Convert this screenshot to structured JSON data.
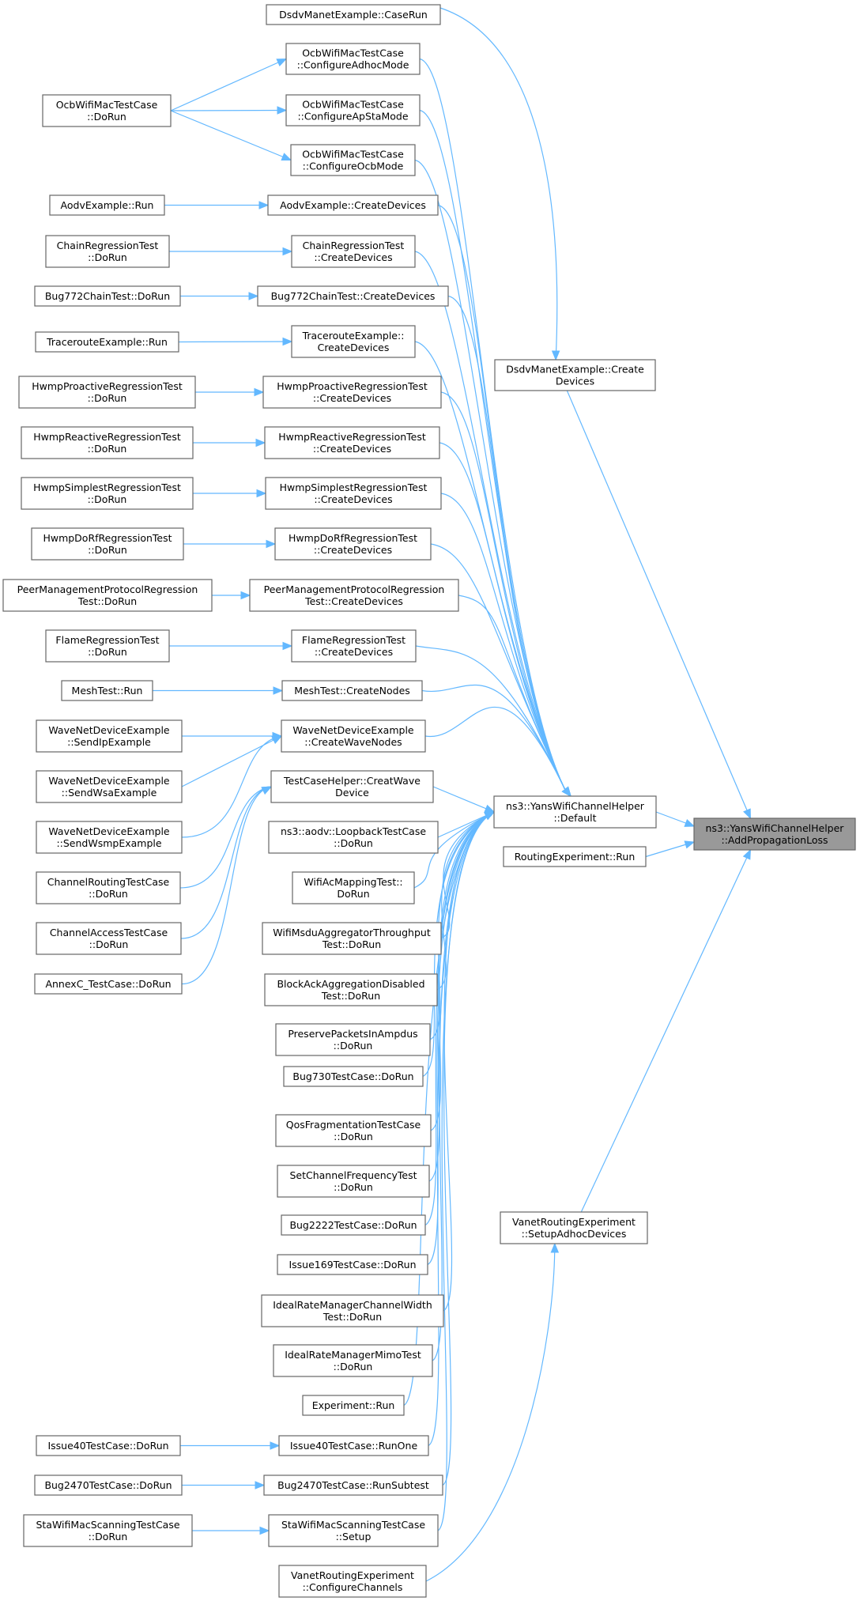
{
  "title": "",
  "nodes": [
    {
      "id": "dsdv_caserun",
      "lines": [
        "DsdvManetExample::CaseRun"
      ]
    },
    {
      "id": "ocb_adhoc",
      "lines": [
        "OcbWifiMacTestCase",
        "::ConfigureAdhocMode"
      ]
    },
    {
      "id": "ocb_dorun",
      "lines": [
        "OcbWifiMacTestCase",
        "::DoRun"
      ]
    },
    {
      "id": "ocb_apsta",
      "lines": [
        "OcbWifiMacTestCase",
        "::ConfigureApStaMode"
      ]
    },
    {
      "id": "ocb_ocb",
      "lines": [
        "OcbWifiMacTestCase",
        "::ConfigureOcbMode"
      ]
    },
    {
      "id": "aodv_run",
      "lines": [
        "AodvExample::Run"
      ]
    },
    {
      "id": "aodv_cd",
      "lines": [
        "AodvExample::CreateDevices"
      ]
    },
    {
      "id": "chain_dorun",
      "lines": [
        "ChainRegressionTest",
        "::DoRun"
      ]
    },
    {
      "id": "chain_cd",
      "lines": [
        "ChainRegressionTest",
        "::CreateDevices"
      ]
    },
    {
      "id": "bug772_dorun",
      "lines": [
        "Bug772ChainTest::DoRun"
      ]
    },
    {
      "id": "bug772_cd",
      "lines": [
        "Bug772ChainTest::CreateDevices"
      ]
    },
    {
      "id": "dsdv_cd",
      "lines": [
        "DsdvManetExample::Create",
        "Devices"
      ]
    },
    {
      "id": "trace_run",
      "lines": [
        "TracerouteExample::Run"
      ]
    },
    {
      "id": "trace_cd",
      "lines": [
        "TracerouteExample::",
        "CreateDevices"
      ]
    },
    {
      "id": "hwmpp_dorun",
      "lines": [
        "HwmpProactiveRegressionTest",
        "::DoRun"
      ]
    },
    {
      "id": "hwmpp_cd",
      "lines": [
        "HwmpProactiveRegressionTest",
        "::CreateDevices"
      ]
    },
    {
      "id": "hwmpr_dorun",
      "lines": [
        "HwmpReactiveRegressionTest",
        "::DoRun"
      ]
    },
    {
      "id": "hwmpr_cd",
      "lines": [
        "HwmpReactiveRegressionTest",
        "::CreateDevices"
      ]
    },
    {
      "id": "hwmps_dorun",
      "lines": [
        "HwmpSimplestRegressionTest",
        "::DoRun"
      ]
    },
    {
      "id": "hwmps_cd",
      "lines": [
        "HwmpSimplestRegressionTest",
        "::CreateDevices"
      ]
    },
    {
      "id": "hwmpd_dorun",
      "lines": [
        "HwmpDoRfRegressionTest",
        "::DoRun"
      ]
    },
    {
      "id": "hwmpd_cd",
      "lines": [
        "HwmpDoRfRegressionTest",
        "::CreateDevices"
      ]
    },
    {
      "id": "peer_dorun",
      "lines": [
        "PeerManagementProtocolRegression",
        "Test::DoRun"
      ]
    },
    {
      "id": "peer_cd",
      "lines": [
        "PeerManagementProtocolRegression",
        "Test::CreateDevices"
      ]
    },
    {
      "id": "flame_dorun",
      "lines": [
        "FlameRegressionTest",
        "::DoRun"
      ]
    },
    {
      "id": "flame_cd",
      "lines": [
        "FlameRegressionTest",
        "::CreateDevices"
      ]
    },
    {
      "id": "mesh_run",
      "lines": [
        "MeshTest::Run"
      ]
    },
    {
      "id": "mesh_cn",
      "lines": [
        "MeshTest::CreateNodes"
      ]
    },
    {
      "id": "wave_sendip",
      "lines": [
        "WaveNetDeviceExample",
        "::SendIpExample"
      ]
    },
    {
      "id": "wave_cwn",
      "lines": [
        "WaveNetDeviceExample",
        "::CreateWaveNodes"
      ]
    },
    {
      "id": "wave_sendwsa",
      "lines": [
        "WaveNetDeviceExample",
        "::SendWsaExample"
      ]
    },
    {
      "id": "tch_cwd",
      "lines": [
        "TestCaseHelper::CreatWave",
        "Device"
      ]
    },
    {
      "id": "yans_default",
      "lines": [
        "ns3::YansWifiChannelHelper",
        "::Default"
      ]
    },
    {
      "id": "target",
      "lines": [
        "ns3::YansWifiChannelHelper",
        "::AddPropagationLoss"
      ]
    },
    {
      "id": "wave_sendwsmp",
      "lines": [
        "WaveNetDeviceExample",
        "::SendWsmpExample"
      ]
    },
    {
      "id": "aodv_loopback",
      "lines": [
        "ns3::aodv::LoopbackTestCase",
        "::DoRun"
      ]
    },
    {
      "id": "routing_run",
      "lines": [
        "RoutingExperiment::Run"
      ]
    },
    {
      "id": "chrouting_dorun",
      "lines": [
        "ChannelRoutingTestCase",
        "::DoRun"
      ]
    },
    {
      "id": "wifiac_dorun",
      "lines": [
        "WifiAcMappingTest::",
        "DoRun"
      ]
    },
    {
      "id": "chaccess_dorun",
      "lines": [
        "ChannelAccessTestCase",
        "::DoRun"
      ]
    },
    {
      "id": "msdu_dorun",
      "lines": [
        "WifiMsduAggregatorThroughput",
        "Test::DoRun"
      ]
    },
    {
      "id": "annexc_dorun",
      "lines": [
        "AnnexC_TestCase::DoRun"
      ]
    },
    {
      "id": "blockack_dorun",
      "lines": [
        "BlockAckAggregationDisabled",
        "Test::DoRun"
      ]
    },
    {
      "id": "preserve_dorun",
      "lines": [
        "PreservePacketsInAmpdus",
        "::DoRun"
      ]
    },
    {
      "id": "bug730_dorun",
      "lines": [
        "Bug730TestCase::DoRun"
      ]
    },
    {
      "id": "qosfrag_dorun",
      "lines": [
        "QosFragmentationTestCase",
        "::DoRun"
      ]
    },
    {
      "id": "setchan_dorun",
      "lines": [
        "SetChannelFrequencyTest",
        "::DoRun"
      ]
    },
    {
      "id": "bug2222_dorun",
      "lines": [
        "Bug2222TestCase::DoRun"
      ]
    },
    {
      "id": "vanet_setup",
      "lines": [
        "VanetRoutingExperiment",
        "::SetupAdhocDevices"
      ]
    },
    {
      "id": "issue169_dorun",
      "lines": [
        "Issue169TestCase::DoRun"
      ]
    },
    {
      "id": "idealw_dorun",
      "lines": [
        "IdealRateManagerChannelWidth",
        "Test::DoRun"
      ]
    },
    {
      "id": "idealm_dorun",
      "lines": [
        "IdealRateManagerMimoTest",
        "::DoRun"
      ]
    },
    {
      "id": "exp_run",
      "lines": [
        "Experiment::Run"
      ]
    },
    {
      "id": "issue40_dorun",
      "lines": [
        "Issue40TestCase::DoRun"
      ]
    },
    {
      "id": "issue40_runone",
      "lines": [
        "Issue40TestCase::RunOne"
      ]
    },
    {
      "id": "bug2470_dorun",
      "lines": [
        "Bug2470TestCase::DoRun"
      ]
    },
    {
      "id": "bug2470_runsub",
      "lines": [
        "Bug2470TestCase::RunSubtest"
      ]
    },
    {
      "id": "stascan_dorun",
      "lines": [
        "StaWifiMacScanningTestCase",
        "::DoRun"
      ]
    },
    {
      "id": "stascan_setup",
      "lines": [
        "StaWifiMacScanningTestCase",
        "::Setup"
      ]
    },
    {
      "id": "vanet_configch",
      "lines": [
        "VanetRoutingExperiment",
        "::ConfigureChannels"
      ]
    }
  ],
  "edges": [
    [
      "dsdv_caserun",
      "dsdv_cd"
    ],
    [
      "ocb_dorun",
      "ocb_adhoc"
    ],
    [
      "ocb_dorun",
      "ocb_apsta"
    ],
    [
      "ocb_dorun",
      "ocb_ocb"
    ],
    [
      "aodv_run",
      "aodv_cd"
    ],
    [
      "chain_dorun",
      "chain_cd"
    ],
    [
      "bug772_dorun",
      "bug772_cd"
    ],
    [
      "trace_run",
      "trace_cd"
    ],
    [
      "hwmpp_dorun",
      "hwmpp_cd"
    ],
    [
      "hwmpr_dorun",
      "hwmpr_cd"
    ],
    [
      "hwmps_dorun",
      "hwmps_cd"
    ],
    [
      "hwmpd_dorun",
      "hwmpd_cd"
    ],
    [
      "peer_dorun",
      "peer_cd"
    ],
    [
      "flame_dorun",
      "flame_cd"
    ],
    [
      "mesh_run",
      "mesh_cn"
    ],
    [
      "wave_sendip",
      "wave_cwn"
    ],
    [
      "wave_sendwsa",
      "wave_cwn"
    ],
    [
      "wave_sendwsmp",
      "wave_cwn"
    ],
    [
      "chrouting_dorun",
      "tch_cwd"
    ],
    [
      "chaccess_dorun",
      "tch_cwd"
    ],
    [
      "annexc_dorun",
      "tch_cwd"
    ],
    [
      "issue40_dorun",
      "issue40_runone"
    ],
    [
      "bug2470_dorun",
      "bug2470_runsub"
    ],
    [
      "stascan_dorun",
      "stascan_setup"
    ],
    [
      "ocb_adhoc",
      "yans_default"
    ],
    [
      "ocb_apsta",
      "yans_default"
    ],
    [
      "ocb_ocb",
      "yans_default"
    ],
    [
      "aodv_cd",
      "yans_default"
    ],
    [
      "chain_cd",
      "yans_default"
    ],
    [
      "bug772_cd",
      "yans_default"
    ],
    [
      "trace_cd",
      "yans_default"
    ],
    [
      "hwmpp_cd",
      "yans_default"
    ],
    [
      "hwmpr_cd",
      "yans_default"
    ],
    [
      "hwmps_cd",
      "yans_default"
    ],
    [
      "hwmpd_cd",
      "yans_default"
    ],
    [
      "peer_cd",
      "yans_default"
    ],
    [
      "flame_cd",
      "yans_default"
    ],
    [
      "mesh_cn",
      "yans_default"
    ],
    [
      "wave_cwn",
      "yans_default"
    ],
    [
      "tch_cwd",
      "yans_default"
    ],
    [
      "aodv_loopback",
      "yans_default"
    ],
    [
      "wifiac_dorun",
      "yans_default"
    ],
    [
      "msdu_dorun",
      "yans_default"
    ],
    [
      "blockack_dorun",
      "yans_default"
    ],
    [
      "preserve_dorun",
      "yans_default"
    ],
    [
      "bug730_dorun",
      "yans_default"
    ],
    [
      "qosfrag_dorun",
      "yans_default"
    ],
    [
      "setchan_dorun",
      "yans_default"
    ],
    [
      "bug2222_dorun",
      "yans_default"
    ],
    [
      "issue169_dorun",
      "yans_default"
    ],
    [
      "idealw_dorun",
      "yans_default"
    ],
    [
      "idealm_dorun",
      "yans_default"
    ],
    [
      "exp_run",
      "yans_default"
    ],
    [
      "issue40_runone",
      "yans_default"
    ],
    [
      "bug2470_runsub",
      "yans_default"
    ],
    [
      "stascan_setup",
      "yans_default"
    ],
    [
      "vanet_configch",
      "vanet_setup"
    ],
    [
      "dsdv_cd",
      "target"
    ],
    [
      "yans_default",
      "target"
    ],
    [
      "routing_run",
      "target"
    ],
    [
      "vanet_setup",
      "target"
    ]
  ],
  "colors": {
    "edge": "#63b8ff",
    "node_border": "#666666",
    "target_fill": "#999999"
  }
}
